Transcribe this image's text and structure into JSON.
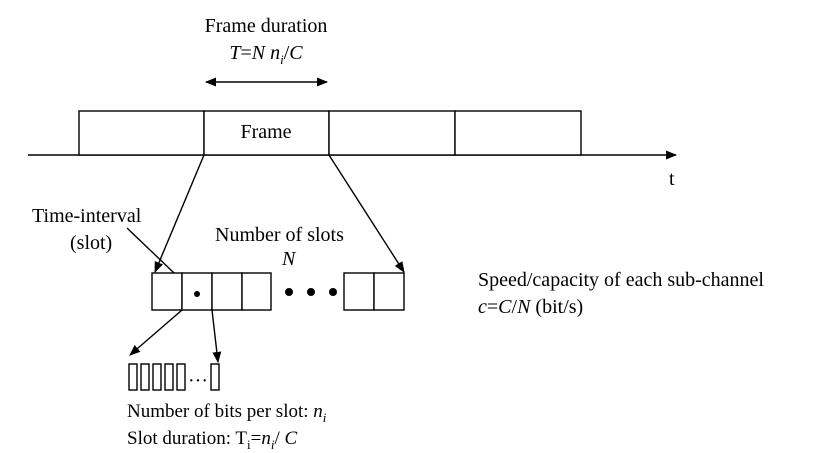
{
  "frame_duration": {
    "title": "Frame duration",
    "formula": {
      "T": "T",
      "eq": "=",
      "N": "N",
      "n": "n",
      "sub_i": "i",
      "slash": "/",
      "C": "C"
    }
  },
  "timeline": {
    "frame_label": "Frame",
    "axis_label": "t"
  },
  "slot": {
    "time_interval_label": "Time-interval",
    "slot_label": "(slot)",
    "number_of_slots_label": "Number of slots",
    "N_label": "N",
    "ellipsis": "• • •"
  },
  "subchannel": {
    "line1": "Speed/capacity of each sub-channel",
    "c": "c",
    "eq_part": "=",
    "C": "C",
    "slash": "/",
    "N": "N",
    "units": " (bit/s)"
  },
  "bits": {
    "ellipsis": "···",
    "bits_per_slot_label": "Number of bits per slot: ",
    "n": "n",
    "sub_i": "i",
    "slot_duration_label": "Slot duration: ",
    "T": "T",
    "Ti_sub": "i",
    "eq": "=",
    "slash": "/ ",
    "C": "C"
  }
}
